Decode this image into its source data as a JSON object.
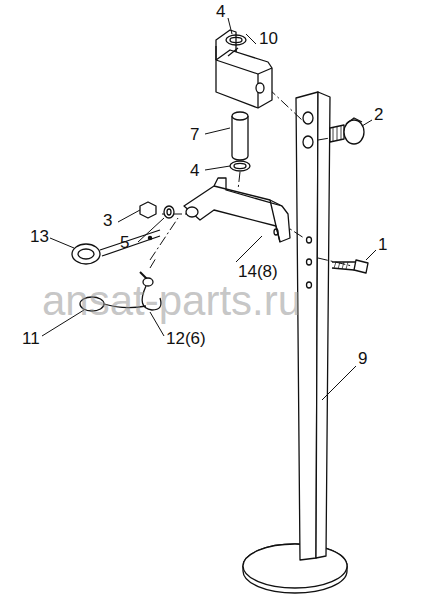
{
  "diagram": {
    "labels": [
      "4",
      "10",
      "7",
      "2",
      "4",
      "3",
      "5",
      "13",
      "14(8)",
      "1",
      "11",
      "12(6)",
      "9",
      "ansat-parts.ru"
    ]
  }
}
